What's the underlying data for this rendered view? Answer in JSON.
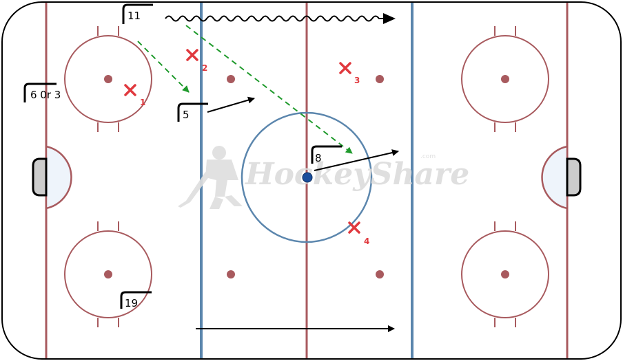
{
  "watermark": {
    "brand": "HockeyShare",
    "suffix": ".com"
  },
  "colors": {
    "boards": "#000000",
    "red_line": "#a85a5e",
    "blue_line": "#5b86ad",
    "faceoff_dot": "#a85a5e",
    "center_circle": "#5b86ad",
    "opponent_x": "#e0393e",
    "pass_arrow": "#1f9a2c",
    "skate_arrow": "#000000",
    "puck": "#1a4e9c",
    "crease_fill": "#eef4fb",
    "net_fill": "#cccccc"
  },
  "players": [
    {
      "id": "p11",
      "label": "11"
    },
    {
      "id": "p6or3",
      "label": "6 0r 3"
    },
    {
      "id": "p5",
      "label": "5"
    },
    {
      "id": "p8",
      "label": "8"
    },
    {
      "id": "p19",
      "label": "19"
    }
  ],
  "opponents": [
    {
      "id": "x1",
      "label": "1"
    },
    {
      "id": "x2",
      "label": "2"
    },
    {
      "id": "x3",
      "label": "3"
    },
    {
      "id": "x4",
      "label": "4"
    }
  ],
  "movements": [
    {
      "id": "m1",
      "type": "skate-with-puck",
      "from": "11",
      "style": "wavy"
    },
    {
      "id": "m2",
      "type": "pass",
      "from": "11",
      "to": "5"
    },
    {
      "id": "m3",
      "type": "pass",
      "from": "11",
      "to": "8"
    },
    {
      "id": "m4",
      "type": "skate",
      "from": "5"
    },
    {
      "id": "m5",
      "type": "skate",
      "from": "8"
    },
    {
      "id": "m6",
      "type": "skate",
      "from": "19"
    }
  ]
}
